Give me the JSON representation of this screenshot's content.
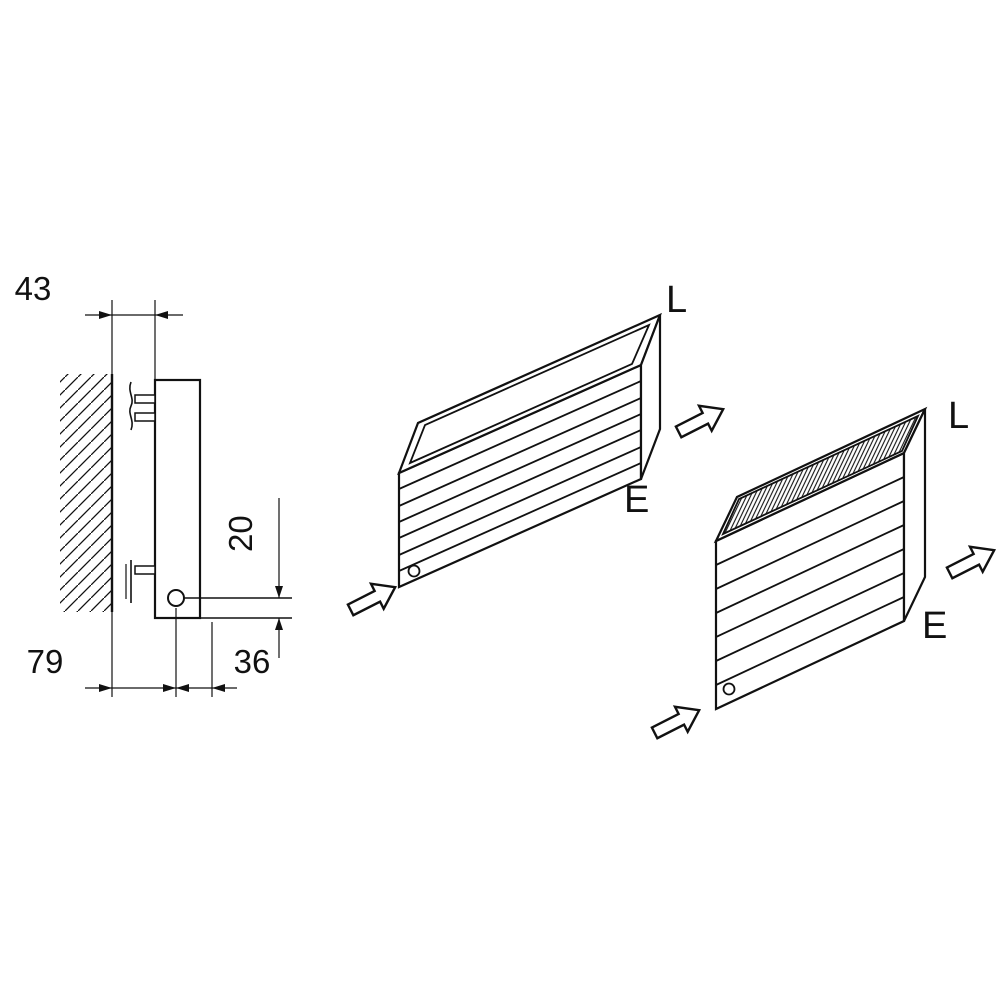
{
  "colors": {
    "ink": "#111111",
    "paper": "#ffffff"
  },
  "side_view": {
    "description": "wall-mounted radiator cross-section with mounting bracket and pipe connection",
    "dimensions": {
      "wall_clearance": "43",
      "bottom_gap": "20",
      "wall_to_pipe": "79",
      "pipe_offset": "36"
    }
  },
  "iso_radiator_open_top": {
    "air_out_label": "L",
    "air_in_label": "E"
  },
  "iso_radiator_grille_top": {
    "air_out_label": "L",
    "air_in_label": "E"
  }
}
